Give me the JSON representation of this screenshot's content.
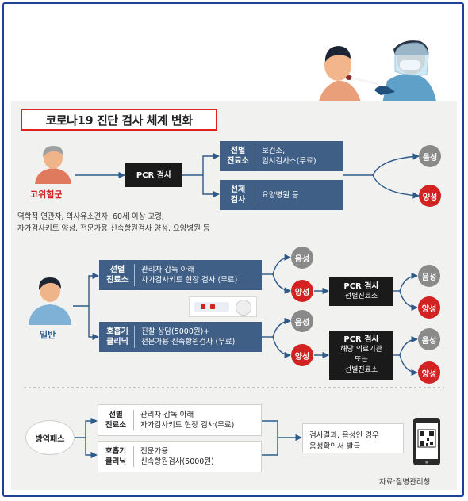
{
  "title": "코로나19 진단 검사 체계 변화",
  "high_risk": {
    "label": "고위험군",
    "description_line1": "역학적 연관자, 의사유소견자, 60세 이상 고령,",
    "description_line2": "자가검사키트 양성, 전문가용 신속항원검사 양성, 요양병원 등",
    "pcr": "PCR 검사",
    "screening": {
      "label_line1": "선별",
      "label_line2": "진료소",
      "text_line1": "보건소,",
      "text_line2": "임시검사소(무료)"
    },
    "self_test": {
      "label_line1": "선제",
      "label_line2": "검사",
      "text_line1": "요양병원 등"
    },
    "negative": "음성",
    "positive": "양성"
  },
  "general": {
    "label": "일반",
    "screening": {
      "label_line1": "선별",
      "label_line2": "진료소",
      "text_line1": "관리자 감독 아래",
      "text_line2": "자가검사키트 현장 검사 (무료)"
    },
    "respiratory": {
      "label_line1": "호흡기",
      "label_line2": "클리닉",
      "text_line1": "진찰 상담(5000원)+",
      "text_line2": "전문가용 신속항원검사 (무료)"
    },
    "pcr1": {
      "title": "PCR 검사",
      "sub": "선별진료소"
    },
    "pcr2": {
      "title": "PCR 검사",
      "sub1": "해당 의료기관",
      "sub2": "또는",
      "sub3": "선별진료소"
    },
    "negative": "음성",
    "positive": "양성"
  },
  "pass": {
    "label": "방역패스",
    "screening": {
      "label_line1": "선별",
      "label_line2": "진료소",
      "text_line1": "관리자 감독 아래",
      "text_line2": "자가검사키트 현장 검사(무료)"
    },
    "respiratory": {
      "label_line1": "호흡기",
      "label_line2": "클리닉",
      "text_line1": "전문가용",
      "text_line2": "신속항원검사(5000원)"
    },
    "result_line1": "검사결과, 음성인 경우",
    "result_line2": "음성확인서 발급"
  },
  "source": "자료:질병관리청",
  "colors": {
    "border": "#1f3f9a",
    "accent_red": "#e02020",
    "box_blue": "#3f5f86",
    "negative": "#8a8a8a",
    "positive": "#d22222"
  }
}
